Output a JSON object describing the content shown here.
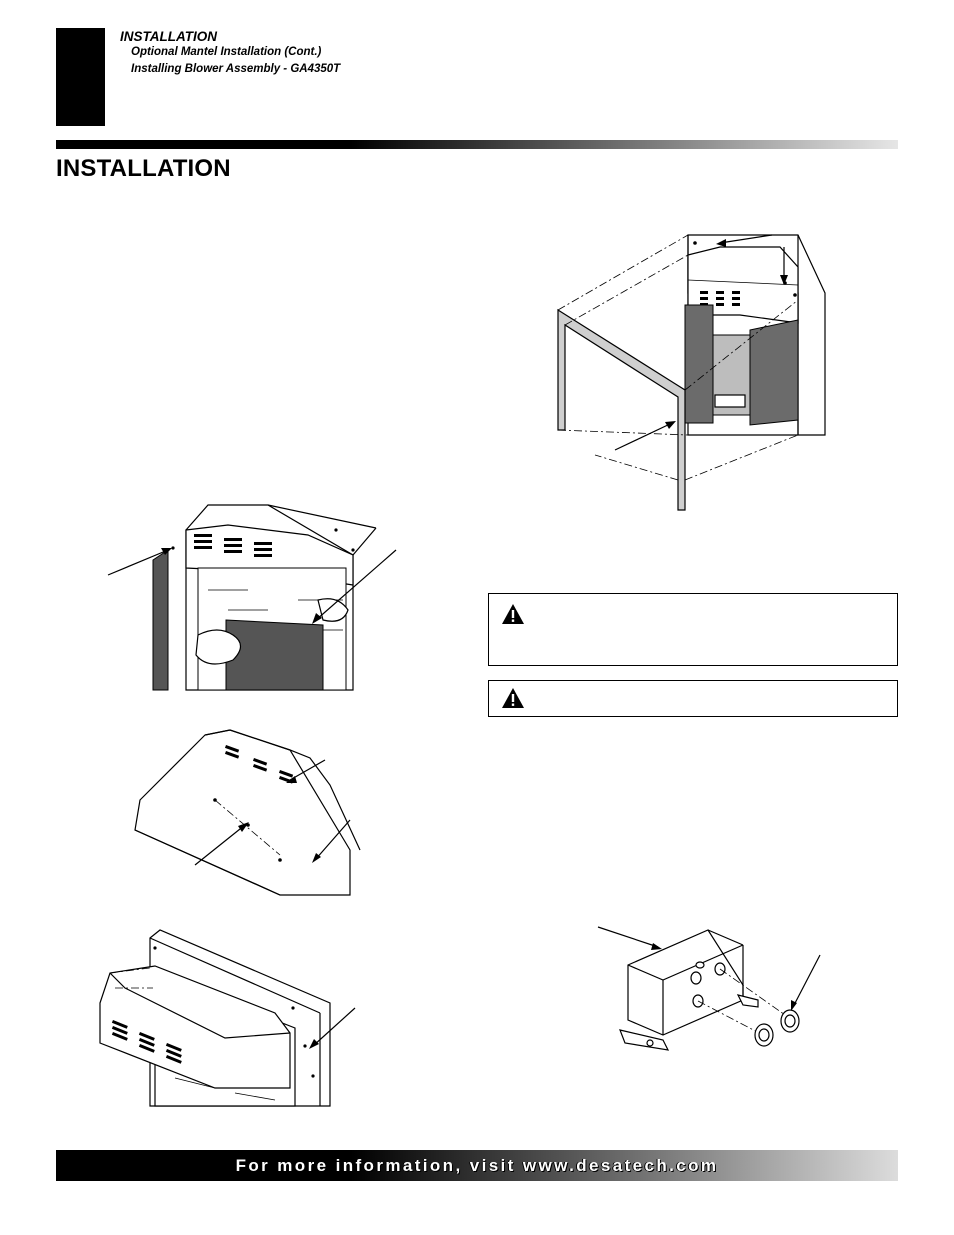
{
  "header": {
    "section": "INSTALLATION",
    "sub1": "Optional Mantel Installation (Cont.)",
    "sub2": "Installing Blower Assembly - GA4350T"
  },
  "page_title": "INSTALLATION",
  "footer": {
    "text": "For more information, visit www.desatech.com"
  },
  "icons": [
    "warning-icon",
    "warning-icon"
  ]
}
